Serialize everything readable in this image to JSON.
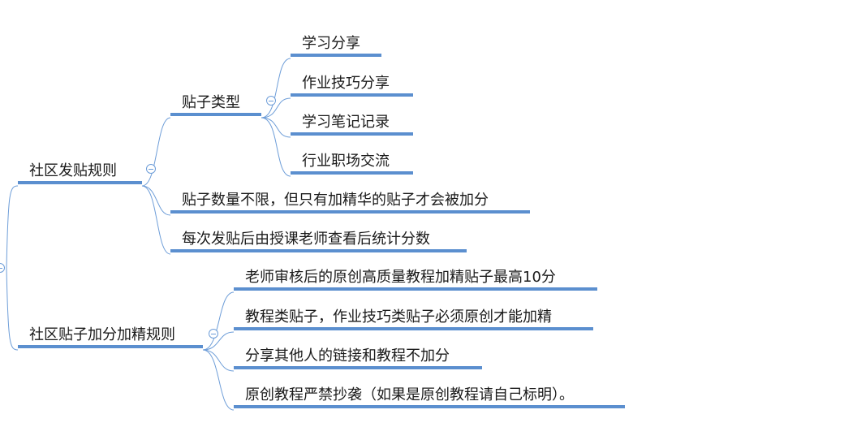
{
  "mindmap": {
    "branches": [
      {
        "label": "社区发贴规则",
        "children": [
          {
            "label": "贴子类型",
            "children": [
              "学习分享",
              "作业技巧分享",
              "学习笔记记录",
              "行业职场交流"
            ]
          },
          {
            "label": "贴子数量不限，但只有加精华的贴子才会被加分"
          },
          {
            "label": "每次发贴后由授课老师查看后统计分数"
          }
        ]
      },
      {
        "label": "社区贴子加分加精规则",
        "children": [
          {
            "label": "老师审核后的原创高质量教程加精贴子最高10分"
          },
          {
            "label": "教程类贴子，作业技巧类贴子必须原创才能加精"
          },
          {
            "label": "分享其他人的链接和教程不加分"
          },
          {
            "label": "原创教程严禁抄袭（如果是原创教程请自己标明）。"
          }
        ]
      }
    ]
  },
  "colors": {
    "underline": "#5b8fcf",
    "connector": "#6d9dd8",
    "text": "#1a1a1a"
  }
}
